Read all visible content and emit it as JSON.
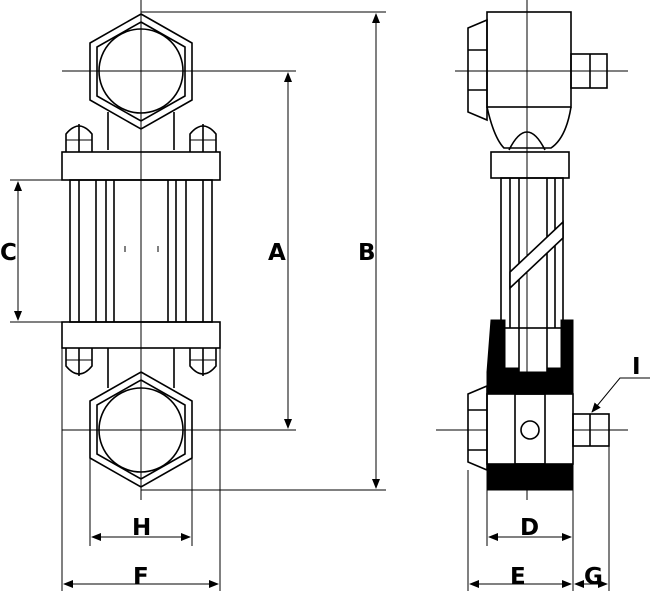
{
  "labels": {
    "A": "A",
    "B": "B",
    "C": "C",
    "D": "D",
    "E": "E",
    "F": "F",
    "G": "G",
    "H": "H",
    "I": "I"
  },
  "colors": {
    "line": "#000000",
    "background": "#ffffff",
    "fill": "#000000"
  }
}
